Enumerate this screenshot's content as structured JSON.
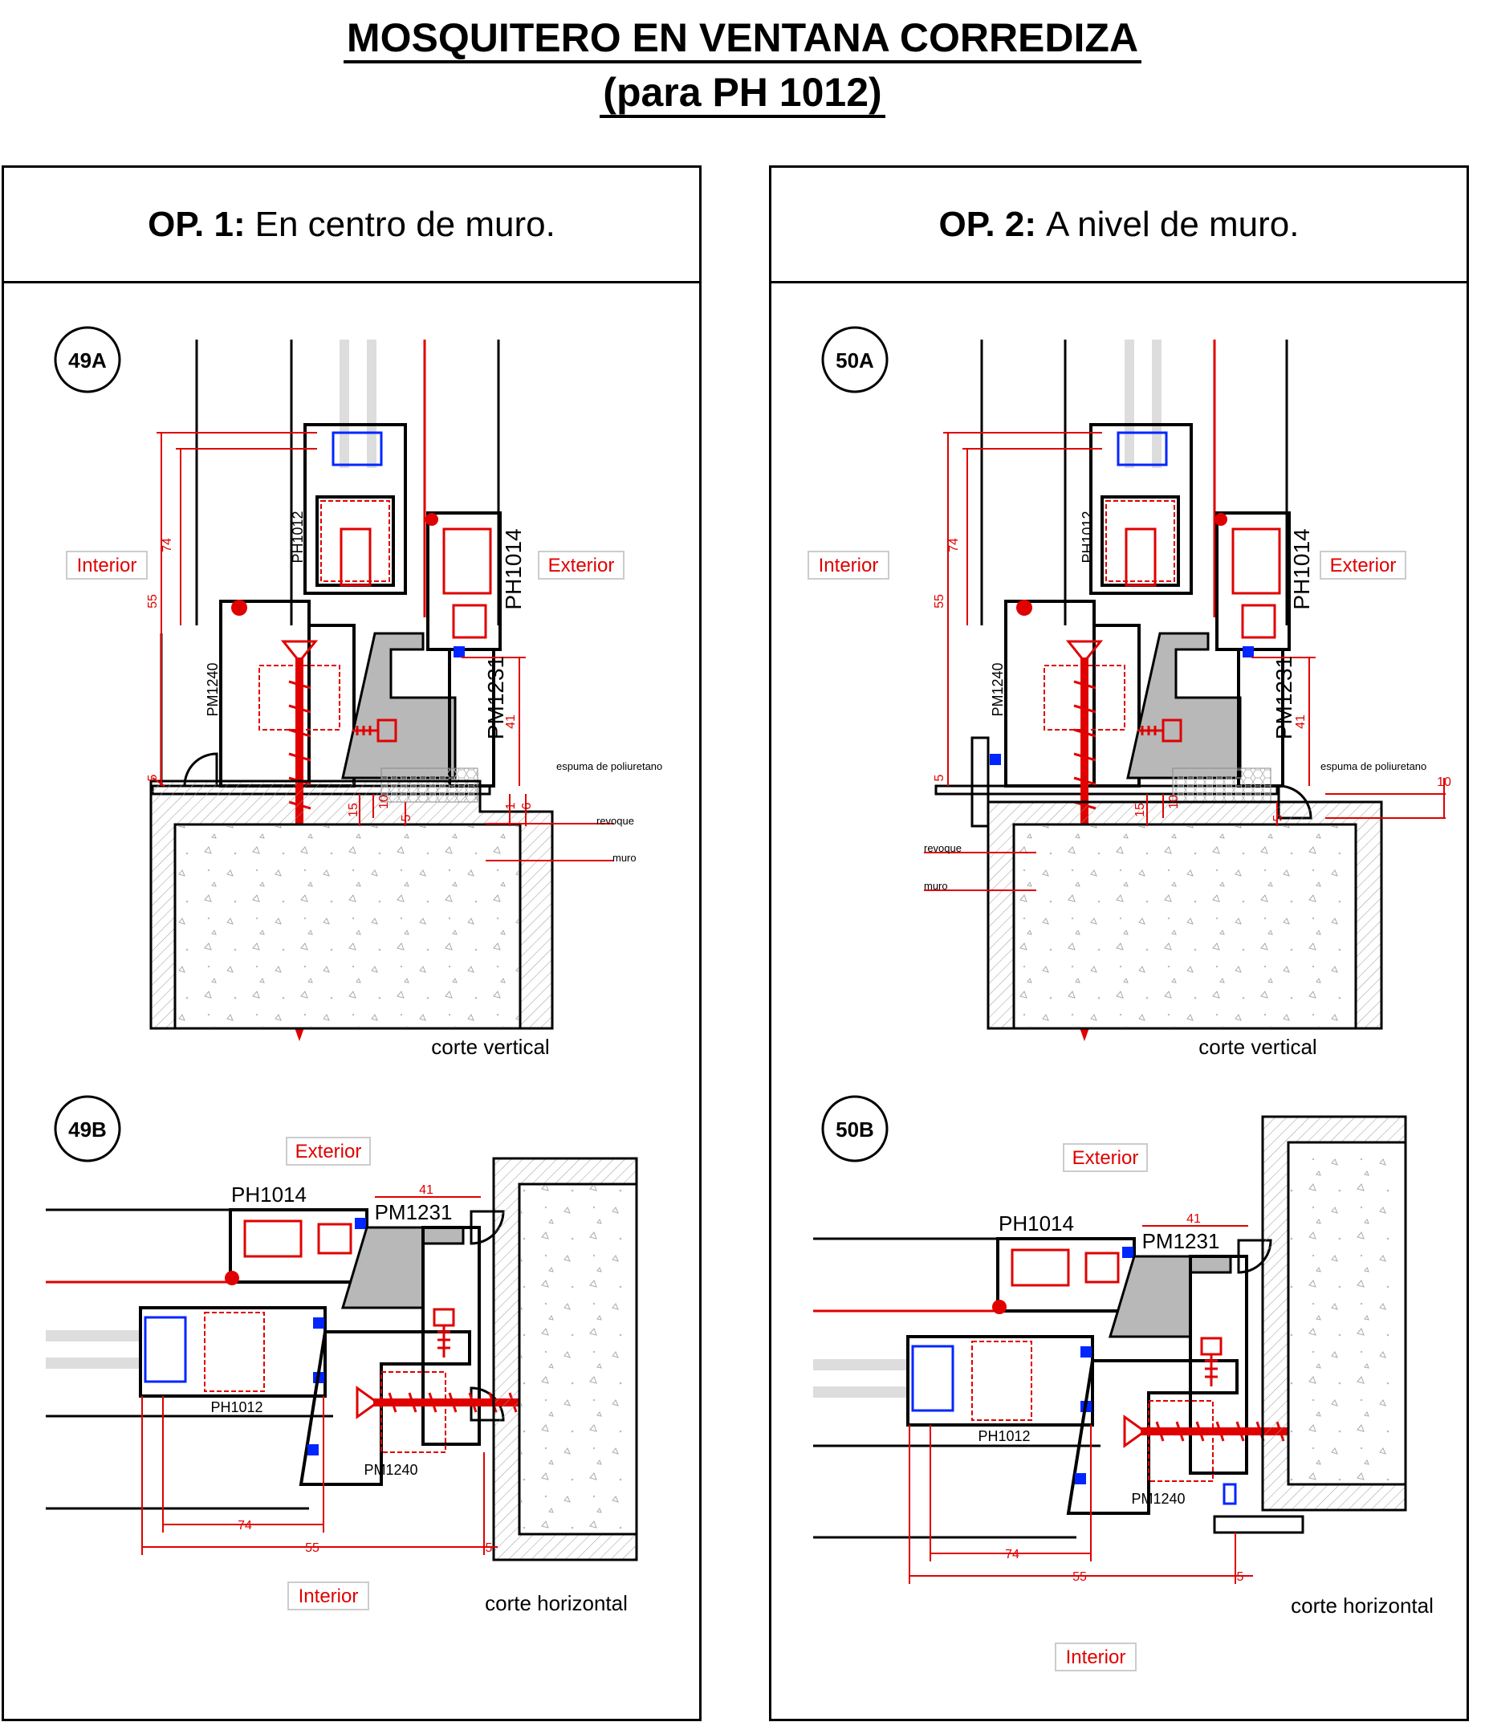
{
  "title": {
    "line1": "MOSQUITERO EN VENTANA CORREDIZA",
    "line2": "(para PH 1012)"
  },
  "colors": {
    "line": "#000000",
    "dimension": "#e00000",
    "seal": "#0026ff",
    "infill": "#b8b8b8",
    "glass": "#dddddd"
  },
  "panels": [
    {
      "op_label": "OP. 1:",
      "op_text": "En centro de muro.",
      "vertical": {
        "badge": "49A",
        "interior": "Interior",
        "exterior": "Exterior",
        "profiles": [
          "PH1012",
          "PH1014",
          "PM1240",
          "PM1231"
        ],
        "dims": [
          "74",
          "55",
          "5",
          "41",
          "15",
          "10",
          "5",
          "1",
          "6"
        ],
        "labels": [
          "espuma de poliuretano",
          "revoque",
          "muro"
        ],
        "caption": "corte vertical"
      },
      "horizontal": {
        "badge": "49B",
        "exterior": "Exterior",
        "interior": "Interior",
        "profiles": [
          "PH1014",
          "PM1231",
          "PH1012",
          "PM1240"
        ],
        "dims": [
          "41",
          "74",
          "55",
          "5"
        ],
        "caption": "corte horizontal"
      }
    },
    {
      "op_label": "OP. 2:",
      "op_text": "A nivel de muro.",
      "vertical": {
        "badge": "50A",
        "interior": "Interior",
        "exterior": "Exterior",
        "profiles": [
          "PH1012",
          "PH1014",
          "PM1240",
          "PM1231"
        ],
        "dims": [
          "74",
          "55",
          "5",
          "41",
          "15",
          "10",
          "5",
          "10"
        ],
        "labels": [
          "espuma de poliuretano",
          "revoque",
          "muro"
        ],
        "caption": "corte vertical"
      },
      "horizontal": {
        "badge": "50B",
        "exterior": "Exterior",
        "interior": "Interior",
        "profiles": [
          "PH1014",
          "PM1231",
          "PH1012",
          "PM1240"
        ],
        "dims": [
          "41",
          "74",
          "55",
          "5"
        ],
        "caption": "corte horizontal"
      }
    }
  ]
}
